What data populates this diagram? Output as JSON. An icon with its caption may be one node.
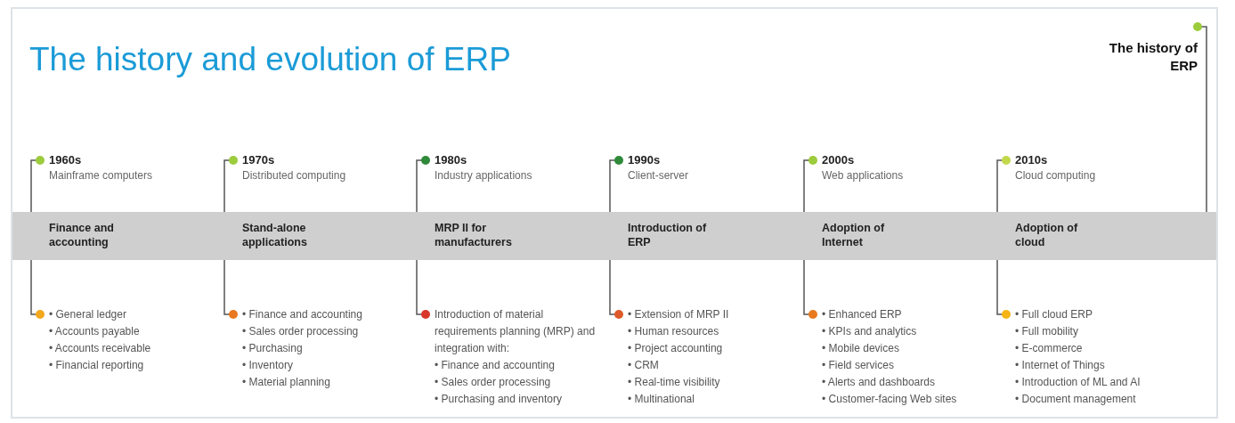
{
  "diagram": {
    "title": "The history and evolution of ERP",
    "nodes": [
      {
        "text": [],
        "shape": "bar"
      },
      {
        "text": [
          "The history of ERP"
        ]
      },
      {
        "text": [
          "1960s",
          "Mainframe computers"
        ]
      },
      {
        "text": [
          "Finance and accounting"
        ],
        "in": 0
      },
      {
        "text": [
          "• General ledger",
          "• Accounts payable",
          "• Accounts receivable",
          "• Financial reporting"
        ]
      },
      {
        "text": [
          "1970s",
          "Distributed computing"
        ]
      },
      {
        "text": [
          "Stand-alone applications"
        ],
        "in": 0
      },
      {
        "text": [
          "• Finance and accounting",
          "• Sales order processing",
          "• Purchasing",
          "• Inventory",
          "• Material planning"
        ]
      },
      {
        "text": [
          "1980s",
          "Industry applications"
        ]
      },
      {
        "text": [
          "MRP II for manufacturers"
        ],
        "in": 0
      },
      {
        "text": [
          "Introduction of material requirements planning (MRP) and integration with:",
          "• Finance and accounting",
          "• Sales order processing",
          "• Purchasing and inventory"
        ]
      },
      {
        "text": [
          "1990s",
          "Client-server"
        ]
      },
      {
        "text": [
          "Introduction of ERP"
        ],
        "in": 0
      },
      {
        "text": [
          "• Extension of MRP II",
          "• Human resources",
          "• Project accounting",
          "• CRM",
          "• Real-time visibility",
          "• Multinational"
        ]
      },
      {
        "text": [
          "2000s",
          "Web applications"
        ]
      },
      {
        "text": [
          "Adoption of Internet"
        ],
        "in": 0
      },
      {
        "text": [
          "• Enhanced ERP",
          "• KPIs and analytics",
          "• Mobile devices",
          "• Field services",
          "• Alerts and dashboards",
          "• Customer-facing Web sites"
        ]
      },
      {
        "text": [
          "2010s",
          "Cloud computing"
        ]
      },
      {
        "text": [
          "Adoption of cloud"
        ],
        "in": 0
      },
      {
        "text": [
          "• Full cloud ERP",
          "• Full mobility",
          "• E-commerce",
          "• Internet of Things",
          "• Introduction of ML and AI",
          "• Document management"
        ]
      }
    ],
    "edges": [
      {
        "from": 1,
        "to": 0,
        "arrow": "other"
      },
      {
        "from": 2,
        "to": 3,
        "arrow": "other"
      },
      {
        "from": 3,
        "to": 4,
        "arrow": "other"
      },
      {
        "from": 5,
        "to": 6,
        "arrow": "other"
      },
      {
        "from": 6,
        "to": 7,
        "arrow": "other"
      },
      {
        "from": 8,
        "to": 9,
        "arrow": "other"
      },
      {
        "from": 9,
        "to": 10,
        "arrow": "other"
      },
      {
        "from": 11,
        "to": 12,
        "arrow": "other"
      },
      {
        "from": 12,
        "to": 13,
        "arrow": "other"
      },
      {
        "from": 14,
        "to": 15,
        "arrow": "other"
      },
      {
        "from": 15,
        "to": 16,
        "arrow": "other"
      },
      {
        "from": 17,
        "to": 18,
        "arrow": "other"
      },
      {
        "from": 18,
        "to": 19,
        "arrow": "other"
      }
    ]
  }
}
